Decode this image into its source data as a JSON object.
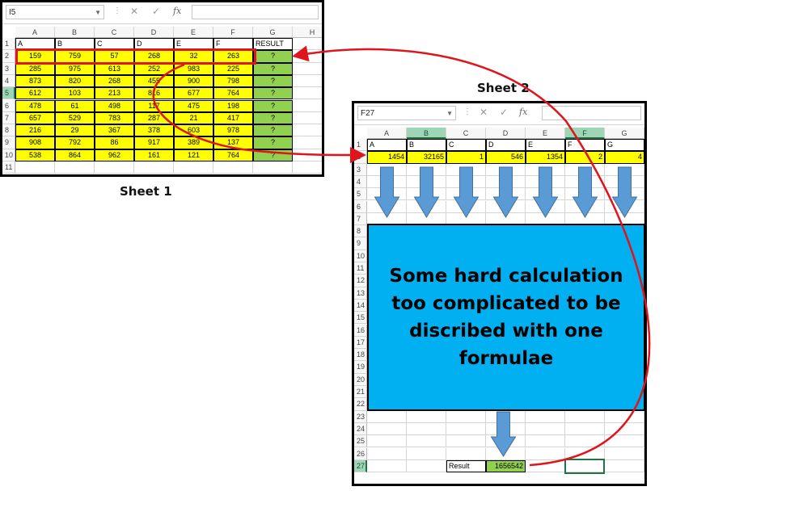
{
  "sheet1": {
    "caption": "Sheet 1",
    "name_box": "I5",
    "columns": [
      "A",
      "B",
      "C",
      "D",
      "E",
      "F",
      "G",
      "H"
    ],
    "rows": [
      "1",
      "2",
      "3",
      "4",
      "5",
      "6",
      "7",
      "8",
      "9",
      "10",
      "11"
    ],
    "header_row": [
      "A",
      "B",
      "C",
      "D",
      "E",
      "F",
      "RESULT"
    ],
    "data": [
      [
        "159",
        "759",
        "57",
        "268",
        "32",
        "263",
        "?"
      ],
      [
        "285",
        "975",
        "613",
        "252",
        "983",
        "225",
        "?"
      ],
      [
        "873",
        "820",
        "268",
        "455",
        "900",
        "798",
        "?"
      ],
      [
        "612",
        "103",
        "213",
        "816",
        "677",
        "764",
        "?"
      ],
      [
        "478",
        "61",
        "498",
        "117",
        "475",
        "198",
        "?"
      ],
      [
        "657",
        "529",
        "783",
        "287",
        "21",
        "417",
        "?"
      ],
      [
        "216",
        "29",
        "367",
        "378",
        "603",
        "978",
        "?"
      ],
      [
        "908",
        "792",
        "86",
        "917",
        "389",
        "137",
        "?"
      ],
      [
        "538",
        "864",
        "962",
        "161",
        "121",
        "764",
        "?"
      ]
    ]
  },
  "sheet2": {
    "caption": "Sheet 2",
    "name_box": "F27",
    "columns": [
      "A",
      "B",
      "C",
      "D",
      "E",
      "F",
      "G"
    ],
    "rows": [
      "1",
      "2",
      "3",
      "4",
      "5",
      "6",
      "7",
      "8",
      "9",
      "10",
      "11",
      "12",
      "13",
      "14",
      "15",
      "16",
      "17",
      "18",
      "19",
      "20",
      "21",
      "22",
      "23",
      "24",
      "25",
      "26",
      "27"
    ],
    "header_row": [
      "A",
      "B",
      "C",
      "D",
      "E",
      "F",
      "G"
    ],
    "values": [
      "1454",
      "32165",
      "1",
      "546",
      "1354",
      "2",
      "4"
    ],
    "calc_text": "Some hard calculation too complicated to be discribed with one formulae",
    "result_label": "Result",
    "result_value": "1656542"
  },
  "formula_bar": {
    "cancel_icon": "✕",
    "enter_icon": "✓",
    "fx_label": "fx"
  },
  "colors": {
    "yellow": "#ffff00",
    "green": "#92d050",
    "blue": "#00b0f0",
    "arrow": "#5b9bd5",
    "red": "#e0141c"
  }
}
